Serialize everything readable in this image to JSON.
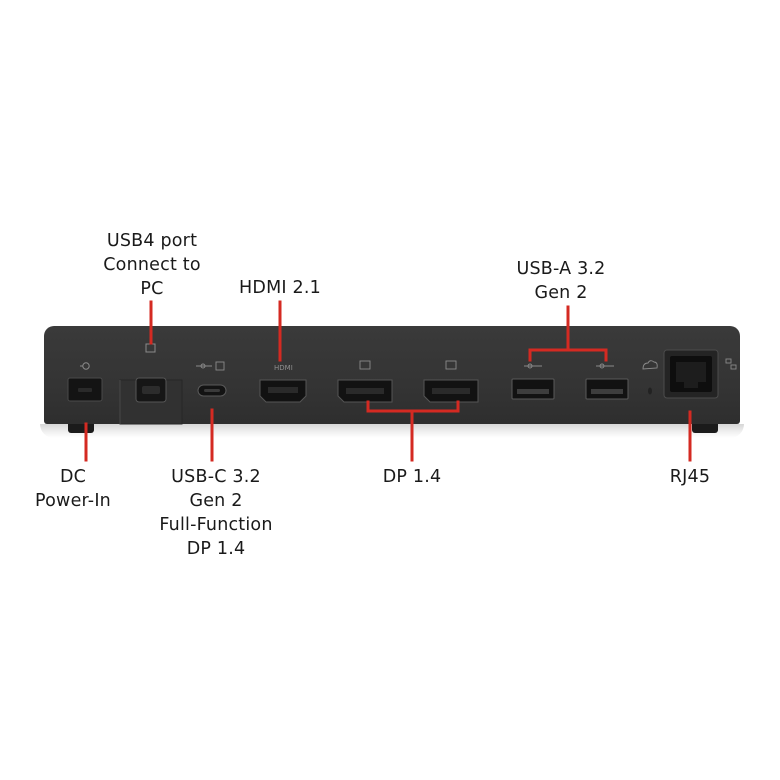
{
  "callouts": {
    "usb4": [
      "USB4 port",
      "Connect to",
      "PC"
    ],
    "hdmi": [
      "HDMI 2.1"
    ],
    "usba": [
      "USB-A 3.2",
      "Gen 2"
    ],
    "dc": [
      "DC",
      "Power-In"
    ],
    "usbc": [
      "USB-C 3.2",
      "Gen 2",
      "Full-Function",
      "DP 1.4"
    ],
    "dp": [
      "DP 1.4"
    ],
    "rj45": [
      "RJ45"
    ]
  },
  "port_glyphs": {
    "hdmi": "HDMI"
  },
  "colors": {
    "callout_line": "#d42a22",
    "dock_body": "#363636",
    "port_recess": "#111111"
  }
}
